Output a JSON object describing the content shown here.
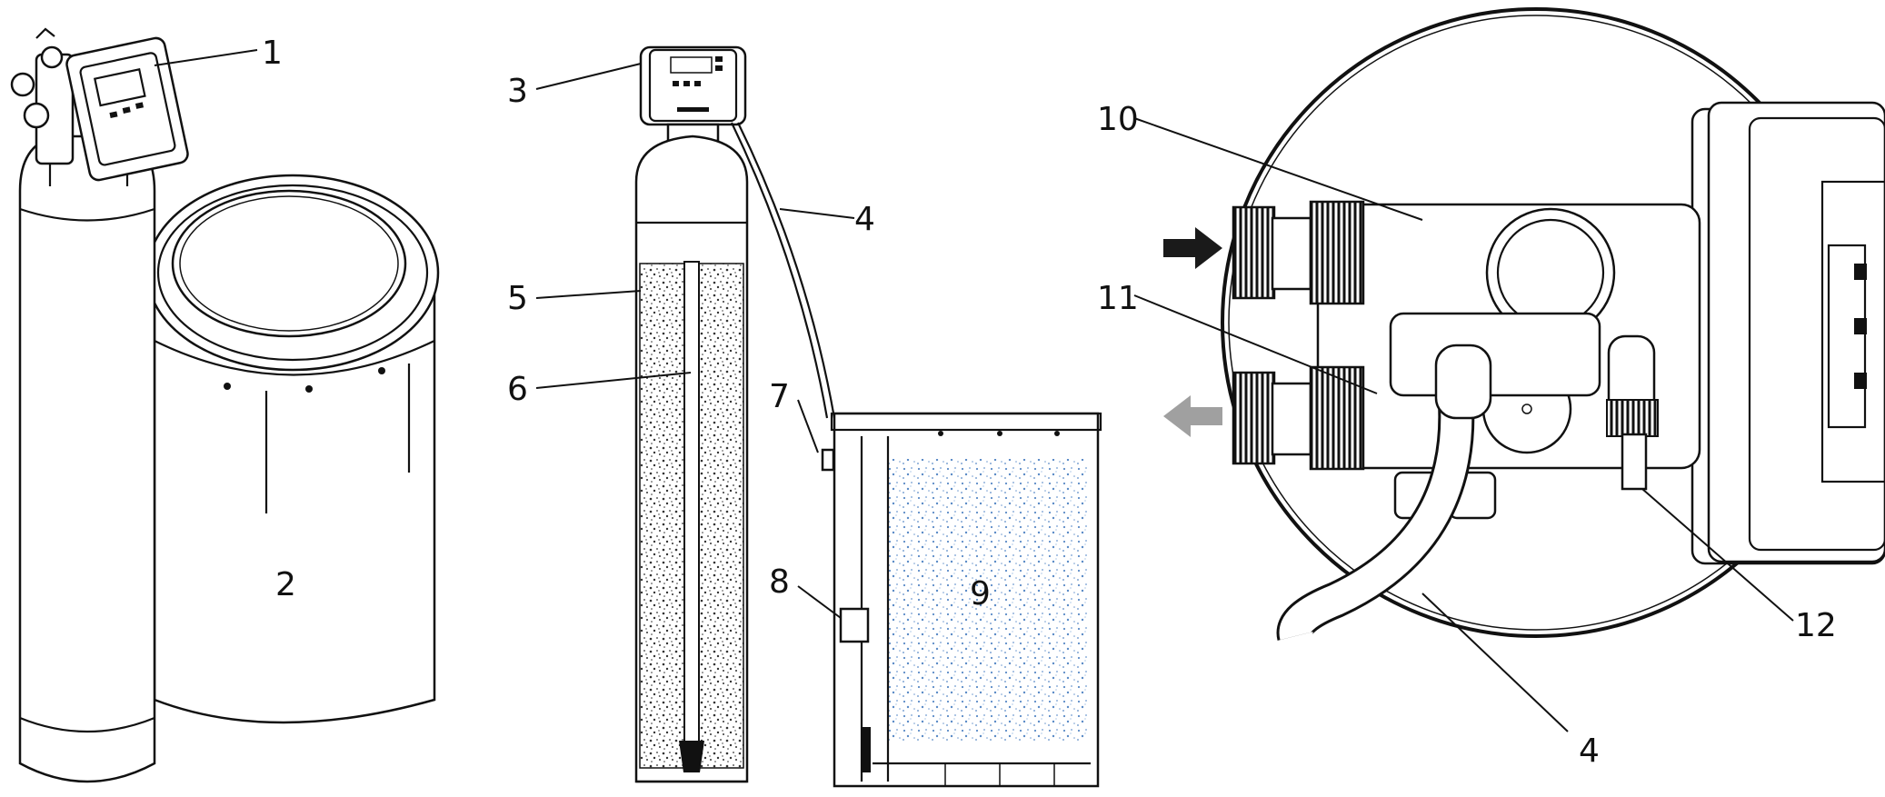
{
  "diagram": {
    "callouts": [
      {
        "id": "c1",
        "label": "1"
      },
      {
        "id": "c2",
        "label": "2"
      },
      {
        "id": "c3",
        "label": "3"
      },
      {
        "id": "c4a",
        "label": "4"
      },
      {
        "id": "c5",
        "label": "5"
      },
      {
        "id": "c6",
        "label": "6"
      },
      {
        "id": "c7",
        "label": "7"
      },
      {
        "id": "c8",
        "label": "8"
      },
      {
        "id": "c9",
        "label": "9"
      },
      {
        "id": "c10",
        "label": "10"
      },
      {
        "id": "c11",
        "label": "11"
      },
      {
        "id": "c12",
        "label": "12"
      },
      {
        "id": "c4b",
        "label": "4"
      }
    ],
    "colors": {
      "line": "#111111",
      "media_dots": "#333333",
      "salt_dots": "#5a8ac6",
      "inlet_arrow": "#1a1a1a",
      "outlet_arrow": "#a0a0a0"
    }
  }
}
